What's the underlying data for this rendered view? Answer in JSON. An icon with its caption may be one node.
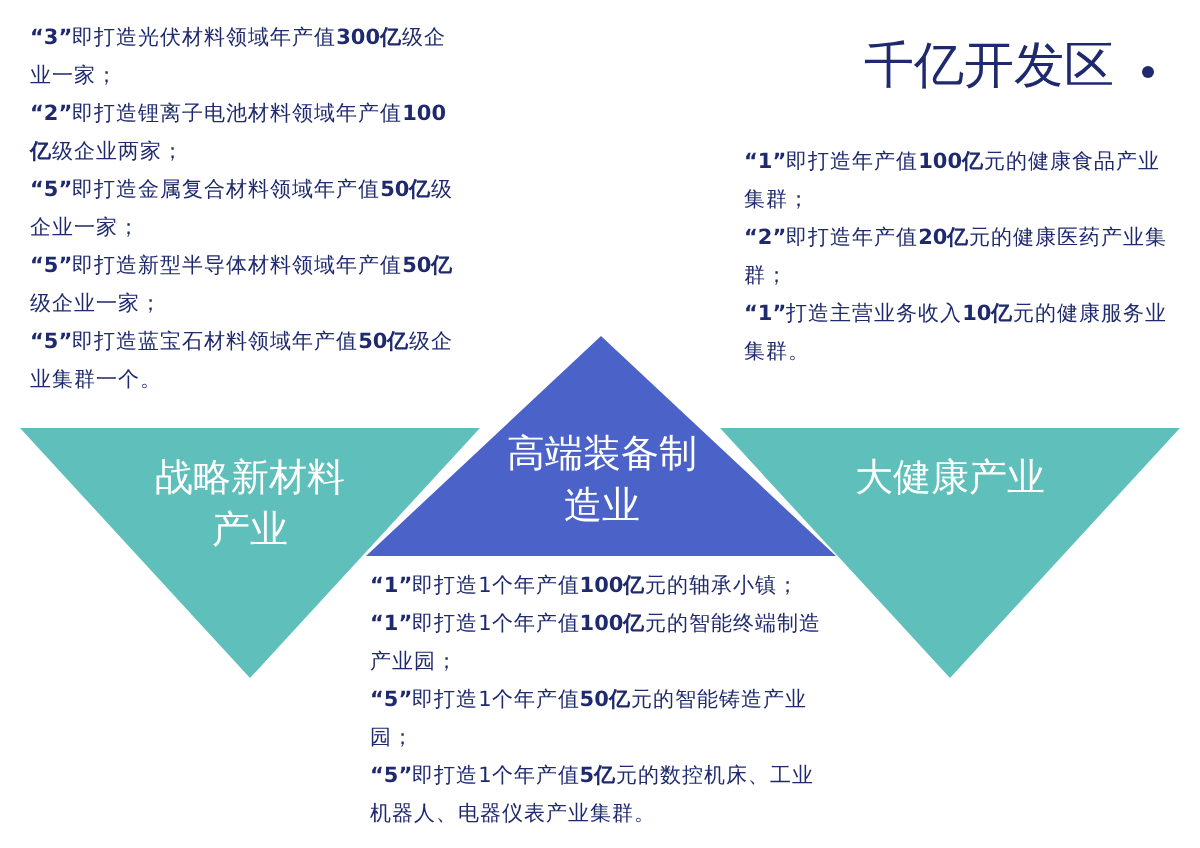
{
  "diagram": {
    "title": "千亿开发区",
    "nodes": [
      {
        "text": [
          "战略新材料产业"
        ]
      },
      {
        "text": [
          "高端装备制造业"
        ]
      },
      {
        "text": [
          "大健康产业"
        ]
      }
    ],
    "edges": [],
    "labels": [
      "**“3”**即打造光伏材料领域年产值**300亿**级企业一家；",
      "**“2”**即打造锂离子电池材料领域年产值**100亿**级企业两家；",
      "**“5”**即打造金属复合材料领域年产值**50亿**级企业一家；",
      "**“5”**即打造新型半导体材料领域年产值**50亿**级企业一家；",
      "**“5”**即打造蓝宝石材料领域年产值**50亿**级企业集群一个。",
      "**“1”**即打造年产值**100亿**元的健康食品产业集群；",
      "**“2”**即打造年产值**20亿**元的健康医药产业集群；",
      "**“1”**打造主营业务收入**10亿**元的健康服务业集群。",
      "**“1”**即打造1个年产值**100亿**元的轴承小镇；",
      "**“1”**即打造1个年产值**100亿**元的智能终端制造产业园；",
      "**“5”**即打造1个年产值**50亿**元的智能铸造产业园；",
      "**“5”**即打造1个年产值**5亿**元的数控机床、工业机器人、电器仪表产业集群。"
    ]
  }
}
